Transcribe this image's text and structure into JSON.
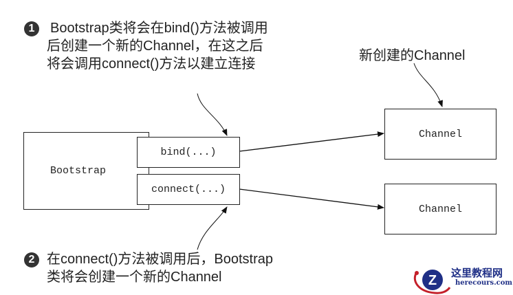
{
  "annotations": {
    "note1": {
      "number": "1",
      "lines": [
        "Bootstrap类将会在bind()方法被调用",
        "后创建一个新的Channel，在这之后",
        "将会调用connect()方法以建立连接"
      ]
    },
    "note2": {
      "number": "2",
      "lines": [
        "在connect()方法被调用后，Bootstrap",
        "类将会创建一个新的Channel"
      ]
    },
    "new_channel_label": "新创建的Channel"
  },
  "boxes": {
    "bootstrap": "Bootstrap",
    "bind": "bind(...)",
    "connect": "connect(...)",
    "channel_1": "Channel",
    "channel_2": "Channel"
  },
  "watermark": {
    "title": "这里教程网",
    "url": "herecours.com",
    "colors": {
      "blue": "#1f2f86",
      "red": "#c4202a"
    }
  }
}
